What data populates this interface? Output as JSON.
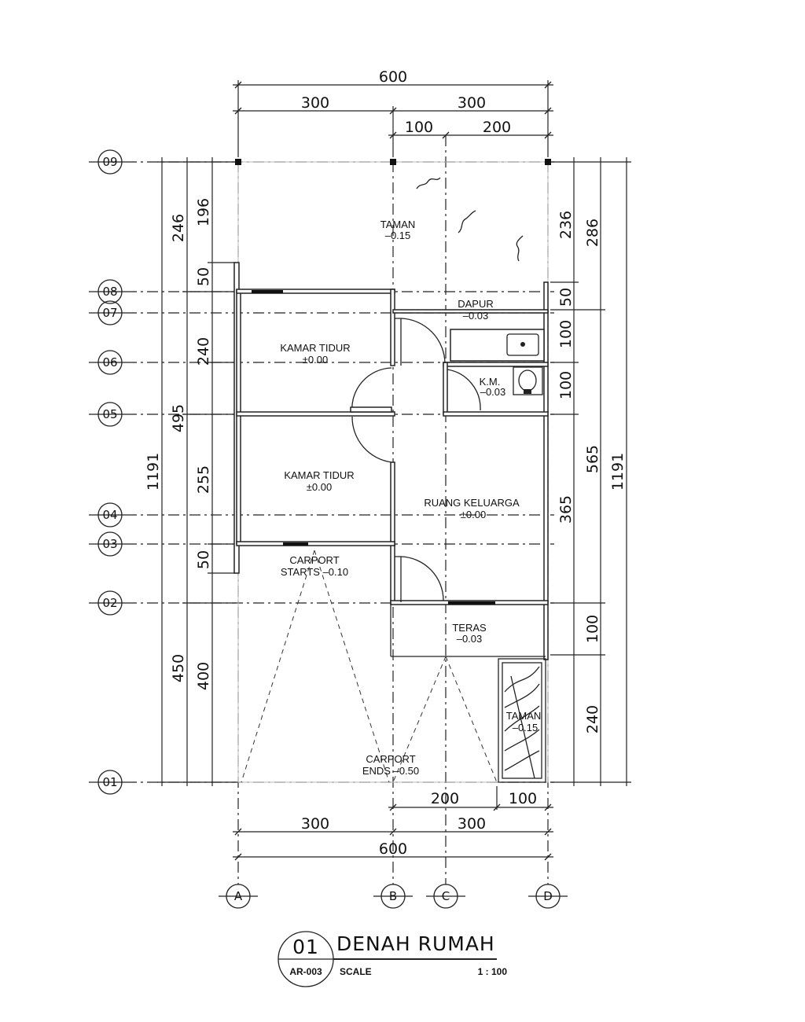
{
  "dimensions": {
    "top_overall": "600",
    "top_left": "300",
    "top_right": "300",
    "top_sub_left": "100",
    "top_sub_right": "200",
    "bottom_sub_left": "200",
    "bottom_sub_right": "100",
    "bottom_left": "300",
    "bottom_right": "300",
    "bottom_overall": "600",
    "left_overall": "1191",
    "left_mid": [
      "246",
      "495",
      "450"
    ],
    "left_inner": [
      "196",
      "50",
      "240",
      "255",
      "50",
      "400"
    ],
    "right_inner": [
      "236",
      "50",
      "100",
      "100",
      "365",
      "100",
      "240"
    ],
    "right_mid": [
      "286",
      "565"
    ],
    "right_overall": "1191"
  },
  "grid": {
    "rows": [
      "09",
      "08",
      "07",
      "06",
      "05",
      "04",
      "03",
      "02",
      "01"
    ],
    "cols": [
      "A",
      "B",
      "C",
      "D"
    ]
  },
  "rooms": {
    "taman_top": {
      "name": "TAMAN",
      "level": "–0.15"
    },
    "dapur": {
      "name": "DAPUR",
      "level": "–0.03"
    },
    "kamar_tidur_1": {
      "name": "KAMAR  TIDUR",
      "level": "±0.00"
    },
    "km": {
      "name": "K.M.",
      "level": "–0.03"
    },
    "kamar_tidur_2": {
      "name": "KAMAR  TIDUR",
      "level": "±0.00"
    },
    "ruang_keluarga": {
      "name": "RUANG  KELUARGA",
      "level": "±0.00"
    },
    "carport_start": {
      "name": "CARPORT",
      "level": "STARTS  –0.10"
    },
    "teras": {
      "name": "TERAS",
      "level": "–0.03"
    },
    "taman_bottom": {
      "name": "TAMAN",
      "level": "–0.15"
    },
    "carport_end": {
      "name": "CARPORT",
      "level": "ENDS  –0.50"
    }
  },
  "title_block": {
    "number": "01",
    "sheet": "AR-003",
    "title": "DENAH RUMAH",
    "scale_label": "SCALE",
    "scale_value": "1 : 100"
  }
}
